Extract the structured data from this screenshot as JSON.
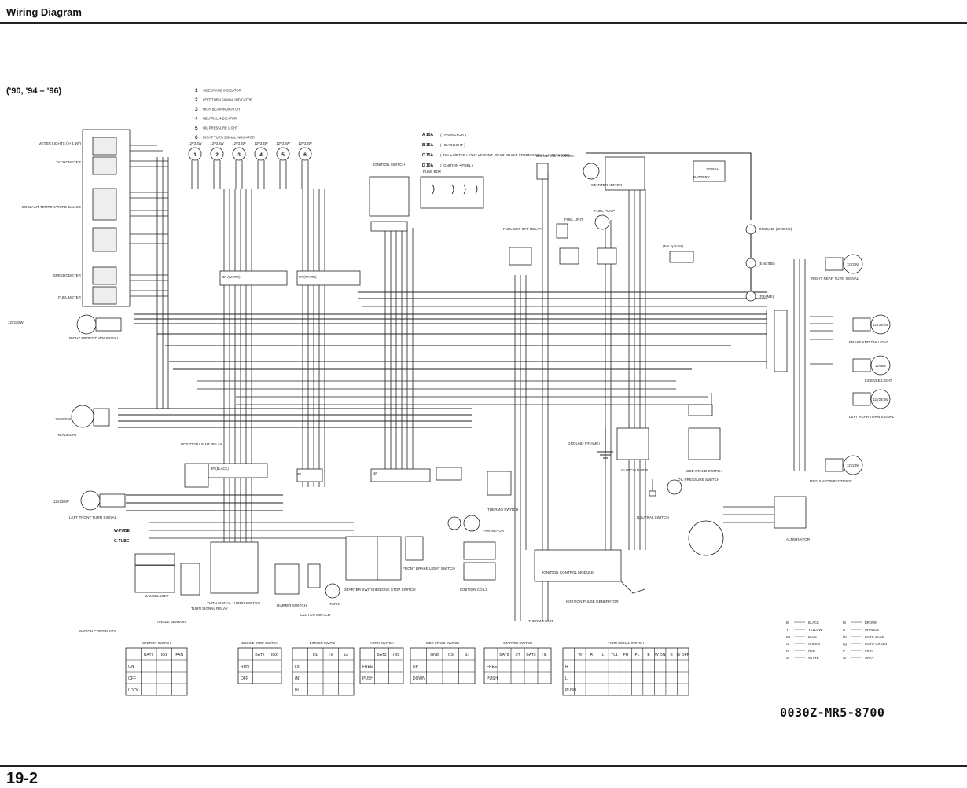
{
  "page": {
    "header": "Wiring Diagram",
    "years": "('90, '94 – '96)",
    "page_number": "19-2",
    "doc_code": "0030Z-MR5-8700"
  },
  "indicators": [
    {
      "num": "1",
      "label": "SIDE STAND INDICATOR"
    },
    {
      "num": "2",
      "label": "LEFT TURN SIGNAL INDICATOR"
    },
    {
      "num": "3",
      "label": "HIGH BEAM INDICATOR"
    },
    {
      "num": "4",
      "label": "NEUTRAL INDICATOR"
    },
    {
      "num": "5",
      "label": "OIL PRESSURE LIGHT"
    },
    {
      "num": "6",
      "label": "RIGHT TURN SIGNAL INDICATOR"
    }
  ],
  "bulb_rating": "12V3.4W",
  "fuses": [
    {
      "code": "A",
      "rating": "10A",
      "desc": "( FAN MOTOR )"
    },
    {
      "code": "B",
      "rating": "15A",
      "desc": "( HEADLIGHT )"
    },
    {
      "code": "C",
      "rating": "15A",
      "desc": "( TAIL • METER LIGHT • FRONT, REAR BRAKE / TURN SIGNAL • INDICATOR )"
    },
    {
      "code": "D",
      "rating": "10A",
      "desc": "( IGNITION • FUEL )"
    }
  ],
  "components_left": [
    "METER LIGHTS (2×3.4W)",
    "TACHOMETER",
    "COOLANT TEMPERATURE GAUGE",
    "SPEEDOMETER",
    "FUEL METER",
    "RIGHT FRONT TURN SIGNAL",
    "HEADLIGHT",
    "LEFT FRONT TURN SIGNAL",
    "W-TUBE",
    "G-TUBE",
    "CANCEL UNIT",
    "ANGLE SENSOR",
    "TURN SIGNAL RELAY"
  ],
  "components_center": [
    "IGNITION SWITCH",
    "FUSE BOX",
    "BRAKE LIGHT SWITCH",
    "STARTER MOTOR",
    "FUEL CUT OFF RELAY",
    "FUEL UNIT",
    "FUEL PUMP",
    "POSITION LIGHT RELAY",
    "TURN SIGNAL • HORN SWITCH",
    "DIMMER SWITCH",
    "CLUTCH SWITCH",
    "HORN",
    "STARTER SWITCH",
    "ENGINE STOP SWITCH",
    "FRONT BRAKE LIGHT SWITCH",
    "FAN MOTOR",
    "THERMO SWITCH",
    "IGNITION COILS",
    "IGNITION CONTROL MODULE",
    "IGNITION PULSE GENERATOR",
    "THERMO UNIT",
    "GROUND (FRAME)",
    "CLUTCH DIODE",
    "NEUTRAL SWITCH",
    "OIL PRESSURE SWITCH",
    "SIDE STAND SWITCH",
    "(For options)"
  ],
  "components_right": [
    "BATTERY",
    "12V8AH",
    "GROUND (ENGINE)",
    "(ENGINE)",
    "(FRAME)",
    "RIGHT REAR TURN SIGNAL",
    "BRAKE AND TAILLIGHT",
    "LICENSE LIGHT",
    "LEFT REAR TURN SIGNAL",
    "REGULATOR/RECTIFIER",
    "ALTERNATOR"
  ],
  "right_ratings": [
    "12V23W",
    "12V32/3W",
    "12V8W",
    "12V32/3W",
    "12V23W"
  ],
  "left_ratings": [
    "12V23/8W",
    "12V60/55W",
    "12V23/8W"
  ],
  "connector_labels": [
    "3P (WHITE)",
    "9P (WHITE)",
    "3P (BLACK)",
    "4P",
    "6P"
  ],
  "switch_continuity": {
    "title": "SWITCH CONTINUITY",
    "tables": [
      {
        "title": "IGNITION SWITCH",
        "cols": [
          "",
          "BAT1",
          "IG1",
          "FAN"
        ],
        "rows": [
          "ON",
          "OFF",
          "LOCK"
        ]
      },
      {
        "title": "ENGINE STOP SWITCH",
        "cols": [
          "",
          "BAT2",
          "IG2"
        ],
        "rows": [
          "RUN",
          "OFF"
        ]
      },
      {
        "title": "DIMMER SWITCH",
        "cols": [
          "",
          "HL",
          "Hi",
          "Lo"
        ],
        "rows": [
          "Lo",
          "(N)",
          "Hi"
        ]
      },
      {
        "title": "HORN SWITCH",
        "cols": [
          "",
          "BAT3",
          "HO"
        ],
        "rows": [
          "FREE",
          "PUSH"
        ]
      },
      {
        "title": "SIDE STAND SWITCH",
        "cols": [
          "",
          "GND",
          "CS",
          "S.I"
        ],
        "rows": [
          "UP",
          "DOWN"
        ]
      },
      {
        "title": "STARTER SWITCH",
        "cols": [
          "",
          "BAT2",
          "ST",
          "BAT3",
          "HL"
        ],
        "rows": [
          "FREE",
          "PUSH"
        ]
      },
      {
        "title": "TURN SIGNAL SWITCH",
        "cols": [
          "",
          "W",
          "R",
          "L",
          "TL1",
          "PR",
          "PL",
          "E",
          "W ON",
          "E",
          "W OFF"
        ],
        "rows": [
          "R",
          "L",
          "PUSH"
        ]
      }
    ]
  },
  "color_legend": [
    {
      "code": "Bl",
      "name": "BLACK"
    },
    {
      "code": "Y",
      "name": "YELLOW"
    },
    {
      "code": "Bu",
      "name": "BLUE"
    },
    {
      "code": "G",
      "name": "GREEN"
    },
    {
      "code": "R",
      "name": "RED"
    },
    {
      "code": "W",
      "name": "WHITE"
    },
    {
      "code": "Br",
      "name": "BROWN"
    },
    {
      "code": "O",
      "name": "ORANGE"
    },
    {
      "code": "Lb",
      "name": "LIGHT BLUE"
    },
    {
      "code": "Lg",
      "name": "LIGHT GREEN"
    },
    {
      "code": "P",
      "name": "PINK"
    },
    {
      "code": "Gr",
      "name": "GRAY"
    }
  ]
}
